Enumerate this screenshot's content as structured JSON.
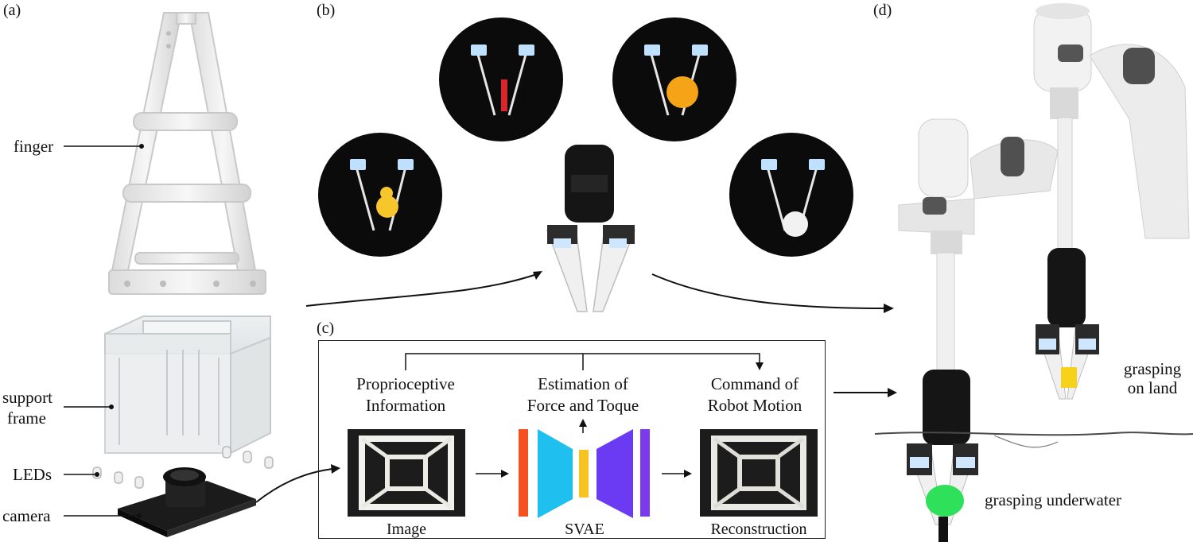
{
  "panels": {
    "a": "(a)",
    "b": "(b)",
    "c": "(c)",
    "d": "(d)"
  },
  "parts": {
    "finger": "finger",
    "support_frame": [
      "support",
      "frame"
    ],
    "leds": "LEDs",
    "camera": "camera"
  },
  "pipeline": {
    "proprioceptive": [
      "Proprioceptive",
      "Information"
    ],
    "estimation": [
      "Estimation of",
      "Force and Toque"
    ],
    "command": [
      "Command of",
      "Robot Motion"
    ],
    "image_caption": "Image",
    "svae_caption": "SVAE",
    "reconstruction_caption": "Reconstruction"
  },
  "grasping": {
    "land": [
      "grasping",
      "on land"
    ],
    "underwater": "grasping underwater"
  },
  "colors": {
    "svae_orange": "#f4511e",
    "svae_cyan": "#1fc0ef",
    "svae_yellow": "#f6c320",
    "svae_purple_dark": "#6a3bf2",
    "svae_purple": "#7c3aed",
    "object_duck": "#f7c62b",
    "object_orange": "#f5a418",
    "object_green": "#2fe05a"
  }
}
